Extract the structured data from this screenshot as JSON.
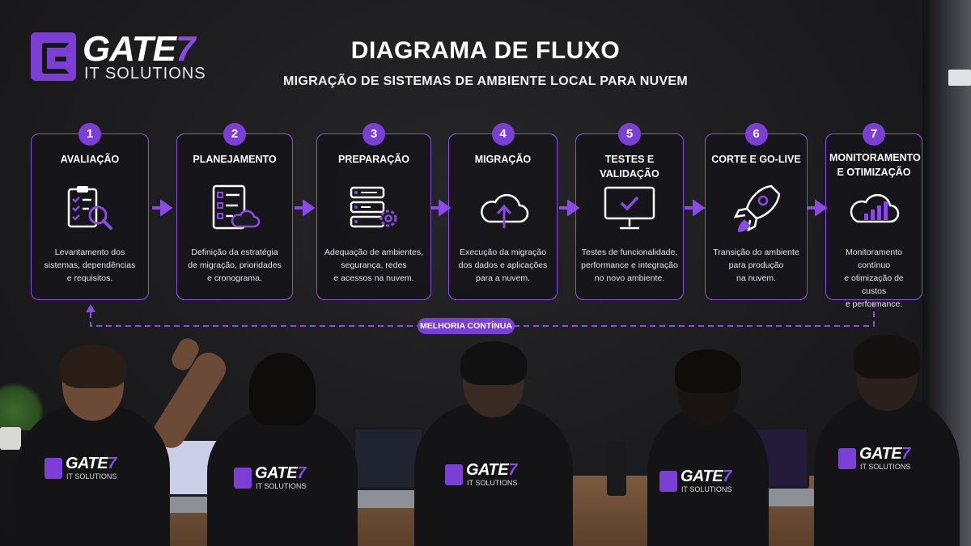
{
  "brand": {
    "name": "GATE",
    "name_suffix": "7",
    "tagline": "IT SOLUTIONS",
    "accent": "#7b3fd6"
  },
  "header": {
    "title": "DIAGRAMA DE FLUXO",
    "subtitle": "MIGRAÇÃO DE SISTEMAS DE AMBIENTE LOCAL PARA NUVEM"
  },
  "steps": [
    {
      "number": "1",
      "title": "AVALIAÇÃO",
      "icon": "clipboard-magnifier-icon",
      "desc": [
        "Levantamento dos",
        "sistemas, dependências",
        "e requisitos."
      ]
    },
    {
      "number": "2",
      "title": "PLANEJAMENTO",
      "icon": "checklist-cloud-icon",
      "desc": [
        "Definição da estratégia",
        "de migração, prioridades",
        "e cronograma."
      ]
    },
    {
      "number": "3",
      "title": "PREPARAÇÃO",
      "icon": "server-gear-icon",
      "desc": [
        "Adequação de ambientes,",
        "segurança, redes",
        "e acessos na nuvem."
      ]
    },
    {
      "number": "4",
      "title": "MIGRAÇÃO",
      "icon": "cloud-upload-icon",
      "desc": [
        "Execução da migração",
        "dos dados e aplicações",
        "para a nuvem."
      ]
    },
    {
      "number": "5",
      "title": "TESTES E VALIDAÇÃO",
      "icon": "monitor-check-icon",
      "desc": [
        "Testes de funcionalidade,",
        "performance e integração",
        "no novo ambiente."
      ]
    },
    {
      "number": "6",
      "title": "CORTE E GO-LIVE",
      "icon": "rocket-icon",
      "desc": [
        "Transição do ambiente",
        "para produção",
        "na nuvem."
      ]
    },
    {
      "number": "7",
      "title": [
        "MONITORAMENTO",
        "E OTIMIZAÇÃO"
      ],
      "icon": "cloud-chart-icon",
      "desc": [
        "Monitoramento contínuo",
        "e otimização de custos",
        "e performance."
      ]
    }
  ],
  "loop": {
    "label": "MELHORIA CONTÍNUA"
  }
}
